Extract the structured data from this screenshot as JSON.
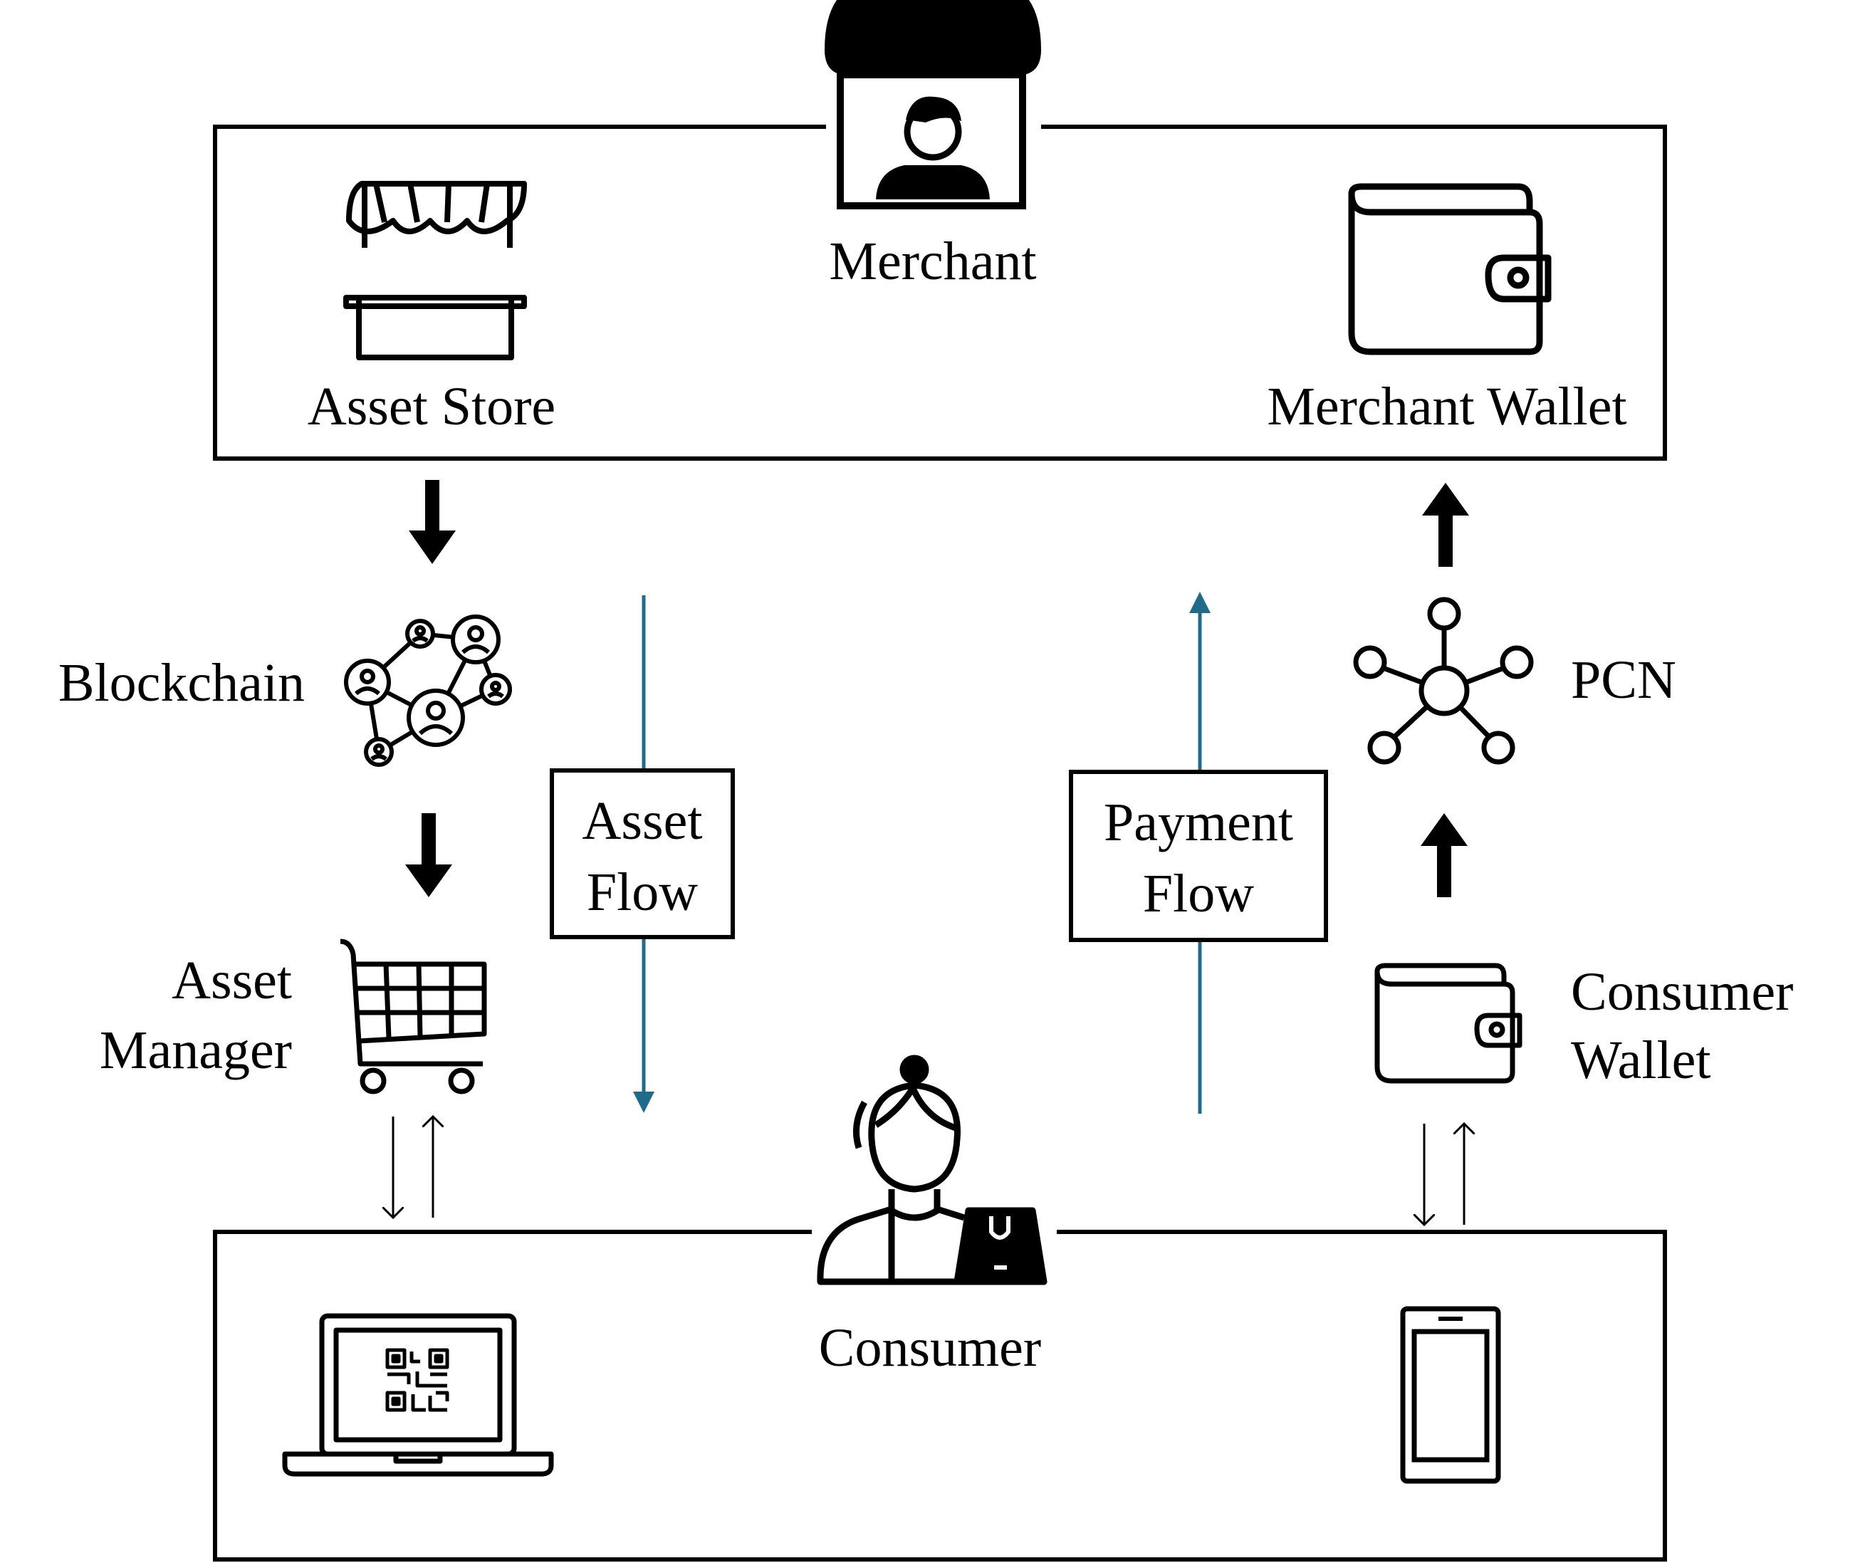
{
  "merchant": {
    "label": "Merchant",
    "asset_store": "Asset Store",
    "wallet": "Merchant Wallet"
  },
  "consumer": {
    "label": "Consumer",
    "wallet_line1": "Consumer",
    "wallet_line2": "Wallet"
  },
  "nodes": {
    "blockchain": "Blockchain",
    "pcn": "PCN",
    "asset_manager_line1": "Asset",
    "asset_manager_line2": "Manager"
  },
  "flows": {
    "asset_line1": "Asset",
    "asset_line2": "Flow",
    "payment_line1": "Payment",
    "payment_line2": "Flow"
  },
  "colors": {
    "flow_line": "#1f6b8c",
    "ink": "#000000"
  },
  "icons": [
    "merchant-stall-icon",
    "asset-store-icon",
    "wallet-icon",
    "blockchain-network-icon",
    "pcn-hub-icon",
    "shopping-cart-icon",
    "consumer-person-icon",
    "laptop-qr-icon",
    "smartphone-icon"
  ]
}
